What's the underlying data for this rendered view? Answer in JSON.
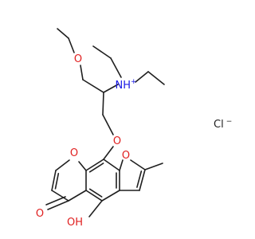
{
  "atoms": {
    "o_ethoxy": {
      "text": "O",
      "element": "O"
    },
    "n_ammonium": {
      "text": "NH",
      "element": "N",
      "charge": "+"
    },
    "o_ether": {
      "text": "O",
      "element": "O"
    },
    "o_pyran": {
      "text": "O",
      "element": "O"
    },
    "o_furan": {
      "text": "O",
      "element": "O"
    },
    "o_ketone": {
      "text": "O",
      "element": "O"
    },
    "oh_hydroxy": {
      "text": "OH",
      "element": "O"
    }
  },
  "counterion": {
    "text": "Cl",
    "charge": "−"
  },
  "colors": {
    "bond": "#1f1f1f",
    "oxygen": "#e02020",
    "nitrogen": "#1a1ae6",
    "chlorine": "#1f1f1f",
    "background": "#ffffff"
  }
}
